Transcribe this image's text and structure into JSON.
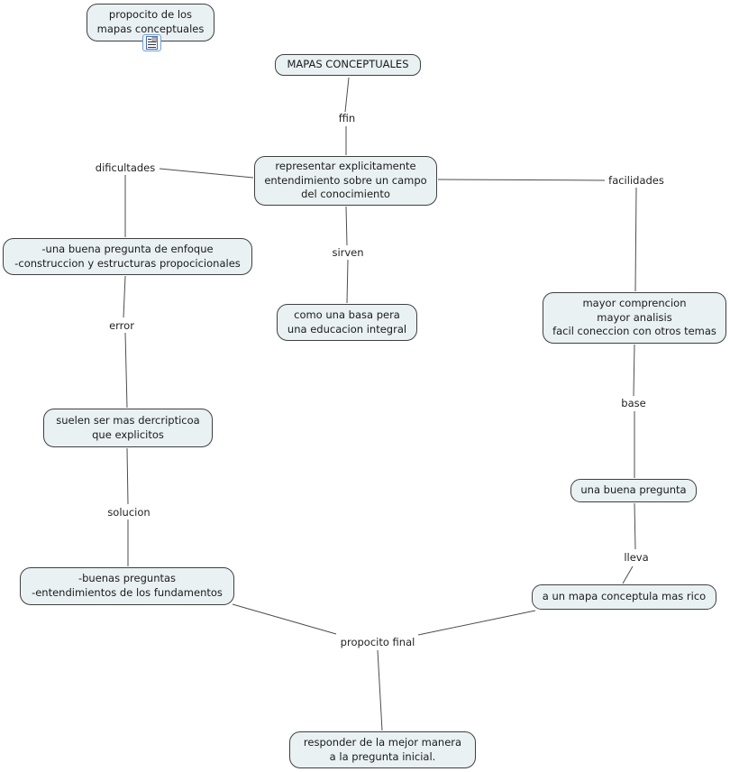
{
  "diagram": {
    "type": "concept-map",
    "colors": {
      "background": "#ffffff",
      "node_fill": "#eaf1f3",
      "node_border": "#404040",
      "connector_line": "#4d4d4d",
      "text": "#1a1a1a",
      "resource_icon_border": "#7aa0d4"
    },
    "nodes": {
      "proposito": "propocito de los\nmapas conceptuales",
      "mapas": "MAPAS CONCEPTUALES",
      "representar": "representar explicitamente\nentendimiento sobre un campo\ndel conocimiento",
      "pregunta_enfoque": "-una buena pregunta de enfoque\n-construccion y estructuras propocicionales",
      "suelen": "suelen ser mas dercripticoa\nque explicitos",
      "buenas": "-buenas preguntas\n-entendimientos de los fundamentos",
      "como_base": "como una basa pera\nuna educacion integral",
      "mayor": "mayor comprencion\nmayor analisis\nfacil coneccion con otros temas",
      "buena_pregunta": "una buena pregunta",
      "mapa_rico": "a un mapa conceptula mas rico",
      "responder": "responder de la mejor manera\na la pregunta inicial."
    },
    "link_phrases": {
      "ffin": "ffin",
      "dificultades": "dificultades",
      "facilidades": "facilidades",
      "sirven": "sirven",
      "error": "error",
      "solucion": "solucion",
      "base": "base",
      "lleva": "lleva",
      "propocito_final": "propocito final"
    },
    "icons": {
      "resource": "document-resource-icon"
    }
  }
}
